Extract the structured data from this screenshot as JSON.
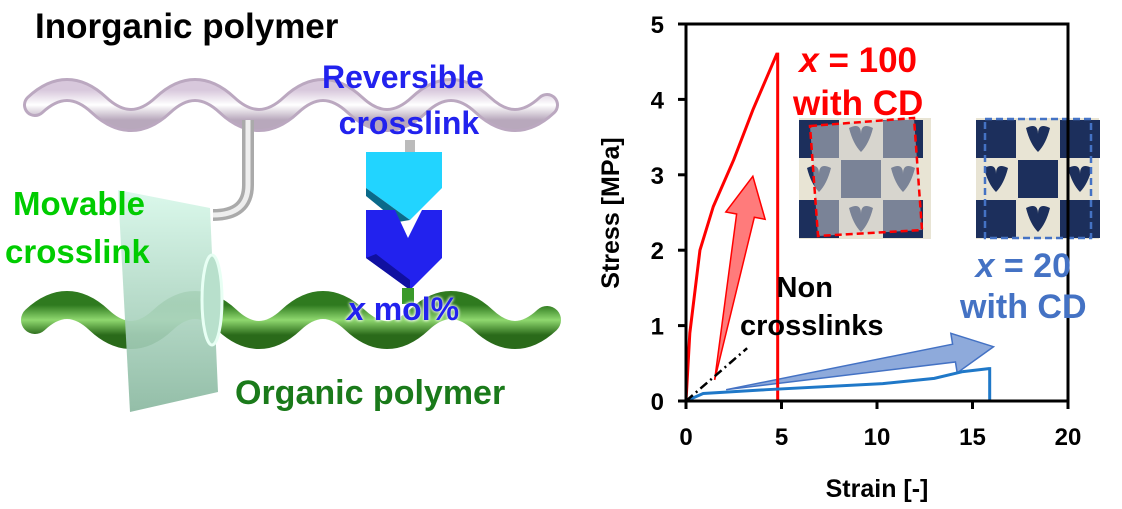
{
  "diagram": {
    "inorganic_label": "Inorganic polymer",
    "reversible_label_line1": "Reversible",
    "reversible_label_line2": "crosslink",
    "movable_label_line1": "Movable",
    "movable_label_line2": "crosslink",
    "mol_var": "x",
    "mol_label": " mol%",
    "organic_label": "Organic polymer",
    "colors": {
      "reversible": "#2222ee",
      "movable": "#00cc00",
      "organic": "#1a7a1a"
    }
  },
  "chart_data": {
    "type": "line",
    "xlabel": "Strain [-]",
    "ylabel": "Stress [MPa]",
    "xlim": [
      0,
      20
    ],
    "ylim": [
      0,
      5
    ],
    "xticks": [
      "0",
      "5",
      "10",
      "15",
      "20"
    ],
    "yticks": [
      "0",
      "1",
      "2",
      "3",
      "4",
      "5"
    ],
    "grid": false,
    "series": [
      {
        "name": "x = 100 with CD",
        "color": "#ff0000",
        "x": [
          0,
          0.2,
          0.73,
          1.43,
          2.5,
          3.5,
          4.75,
          4.8,
          4.8
        ],
        "y": [
          0,
          0.9,
          2.0,
          2.58,
          3.2,
          3.86,
          4.6,
          4.6,
          0
        ]
      },
      {
        "name": "x = 20 with CD",
        "color": "#1f78c8",
        "x": [
          0,
          0.9,
          4.2,
          10.3,
          13,
          14.5,
          15.85,
          15.9,
          15.9
        ],
        "y": [
          0,
          0.1,
          0.15,
          0.23,
          0.3,
          0.39,
          0.43,
          0.43,
          0
        ]
      },
      {
        "name": "Non crosslinks",
        "color": "#000000",
        "dashed": true,
        "x": [
          0,
          3.2
        ],
        "y": [
          0,
          0.7
        ]
      }
    ],
    "annotations": {
      "red_var": "x",
      "red_eq": " = 100",
      "red_line2": "with CD",
      "blue_var": "x",
      "blue_eq": " = 20",
      "blue_line2": "with CD",
      "non_line1": "Non",
      "non_line2": "crosslinks",
      "red_color": "#ff0000",
      "blue_color": "#4472c4"
    },
    "arrows": [
      {
        "from": [
          1.5,
          0.28
        ],
        "to": [
          3.5,
          2.98
        ],
        "color": "#ff7b7b"
      },
      {
        "from": [
          2.1,
          0.15
        ],
        "to": [
          16.1,
          0.72
        ],
        "color": "#8eaadb"
      }
    ]
  }
}
